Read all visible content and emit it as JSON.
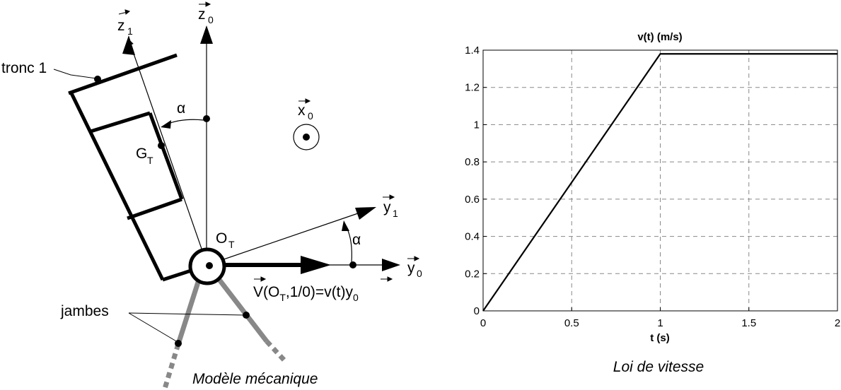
{
  "mechanical_model": {
    "caption": "Modèle mécanique",
    "labels": {
      "z1": "z",
      "z1_sub": "1",
      "z0": "z",
      "z0_sub": "0",
      "x0": "x",
      "x0_sub": "0",
      "y1": "y",
      "y1_sub": "1",
      "y0": "y",
      "y0_sub": "0",
      "alpha_top": "α",
      "alpha_right": "α",
      "gt": "G",
      "gt_sub": "T",
      "ot": "O",
      "ot_sub": "T",
      "tronc": "tronc 1",
      "jambes": "jambes",
      "velocity_v": "V",
      "velocity_open": "(O",
      "velocity_t_sub": "T",
      "velocity_mid": ",1/0)=v(t)",
      "velocity_y": "y",
      "velocity_y_sub": "0"
    },
    "colors": {
      "body": "#000000",
      "legs": "#888888"
    }
  },
  "chart_data": {
    "type": "line",
    "title": "v(t) (m/s)",
    "xlabel": "t (s)",
    "ylabel": "",
    "xlim": [
      0,
      2
    ],
    "ylim": [
      0,
      1.4
    ],
    "xticks": [
      0,
      0.5,
      1,
      1.5,
      2
    ],
    "xtick_labels": [
      "0",
      "0.5",
      "1",
      "1.5",
      "2"
    ],
    "yticks": [
      0,
      0.2,
      0.4,
      0.6,
      0.8,
      1,
      1.2,
      1.4
    ],
    "ytick_labels": [
      "0",
      "0.2",
      "0.4",
      "0.6",
      "0.8",
      "1",
      "1.2",
      "1.4"
    ],
    "grid": true,
    "series": [
      {
        "x": [
          0,
          1,
          2
        ],
        "y": [
          0,
          1.38,
          1.38
        ]
      }
    ],
    "caption": "Loi de vitesse"
  }
}
